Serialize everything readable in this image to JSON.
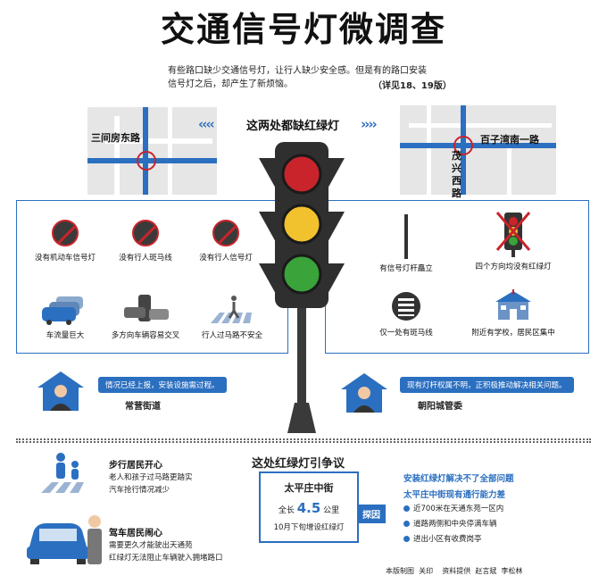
{
  "title": "交通信号灯微调查",
  "intro": {
    "line1": "有些路口缺少交通信号灯，让行人缺少安全感。但是有的路口安装",
    "line2": "信号灯之后，却产生了新烦恼。",
    "ref": "（详见18、19版）"
  },
  "maps": {
    "left_label": "三间房东路",
    "right_label1": "百子湾南一路",
    "right_label2": "茂兴西路",
    "center_heading": "这两处都缺红绿灯"
  },
  "left_panel": {
    "items": [
      {
        "label": "没有机动车信号灯",
        "icon": "no-vehicle-signal-icon"
      },
      {
        "label": "没有行人斑马线",
        "icon": "no-crosswalk-icon"
      },
      {
        "label": "没有行人信号灯",
        "icon": "no-pedestrian-signal-icon"
      },
      {
        "label": "车流量巨大",
        "icon": "traffic-jam-icon"
      },
      {
        "label": "多方向车辆容易交叉",
        "icon": "crossing-cars-icon"
      },
      {
        "label": "行人过马路不安全",
        "icon": "pedestrian-crossing-icon"
      }
    ]
  },
  "right_panel": {
    "items": [
      {
        "label": "有信号灯杆矗立",
        "icon": "signal-pole-icon"
      },
      {
        "label": "四个方向均没有红绿灯",
        "icon": "no-traffic-light-icon"
      },
      {
        "label": "仅一处有斑马线",
        "icon": "crosswalk-icon"
      },
      {
        "label": "附近有学校，居民区集中",
        "icon": "school-icon"
      }
    ]
  },
  "speakers": {
    "left_quote": "情况已经上报，安装设施需过程。",
    "left_name": "常营街道",
    "right_quote": "现有灯杆权属不明，正积极推动解决相关问题。",
    "right_name": "朝阳城管委"
  },
  "bottom": {
    "heading": "这处红绿灯引争议",
    "walk_title": "步行居民开心",
    "walk_line1": "老人和孩子过马路更踏实",
    "walk_line2": "汽车抢行情况减少",
    "drive_title": "驾车居民闹心",
    "drive_line1": "需要更久才能驶出天通苑",
    "drive_line2": "红绿灯无法阻止车辆驶入拥堵路口",
    "street_name": "太平庄中街",
    "length_prefix": "全长",
    "length_value": "4.5",
    "length_unit": "公里",
    "install_note": "10月下旬增设红绿灯",
    "cause_tag": "探因",
    "cause_title1": "安装红绿灯解决不了全部问题",
    "cause_title2": "太平庄中街现有通行能力差",
    "bullets": [
      "近700米在天通东苑一区内",
      "道路两侧和中央停满车辆",
      "进出小区有收费岗亭"
    ],
    "credit": "本版制图  关印    资料提供  赵言斌  李松林"
  },
  "colors": {
    "accent": "#2b6fc0",
    "red": "#c9242b",
    "yellow": "#f2c12e",
    "green": "#3aa33a"
  }
}
